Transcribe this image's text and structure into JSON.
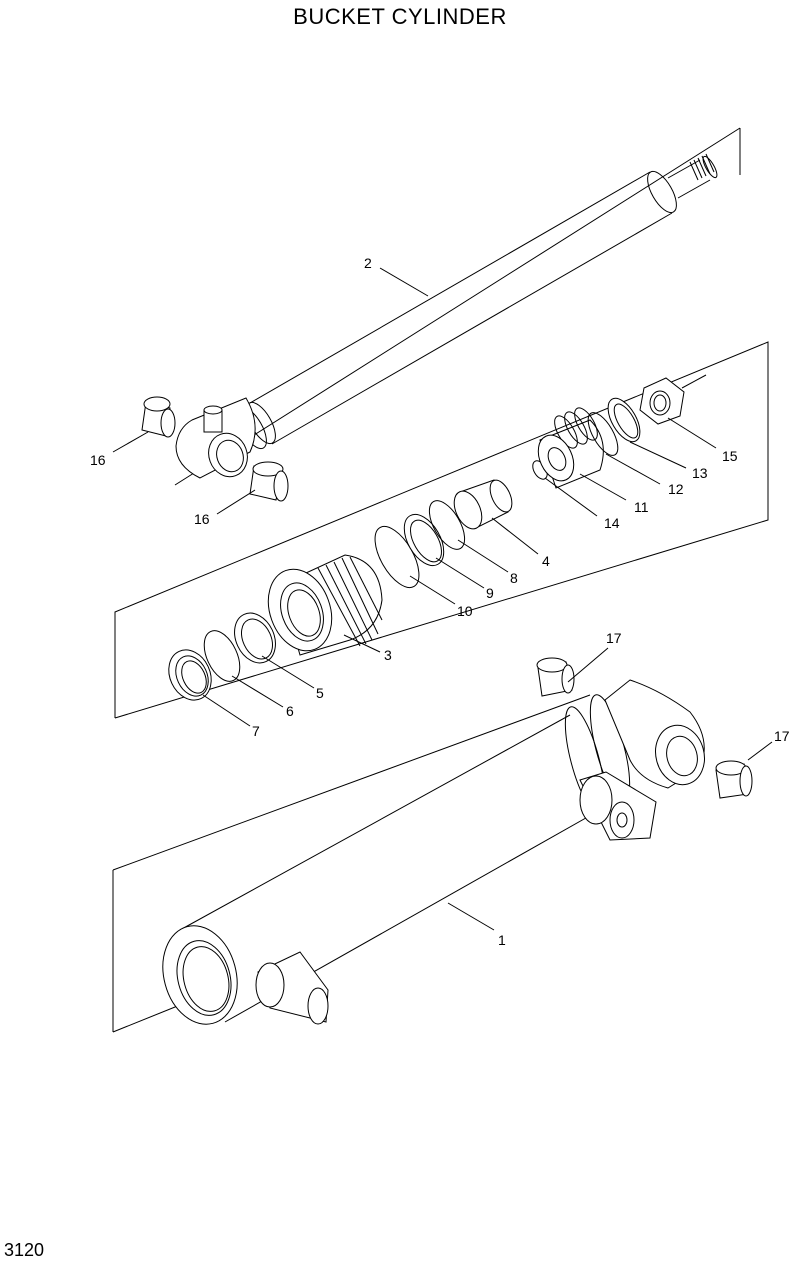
{
  "title": "BUCKET CYLINDER",
  "page_number": "3120",
  "callouts": [
    {
      "id": "c1",
      "label": "1"
    },
    {
      "id": "c2",
      "label": "2"
    },
    {
      "id": "c3",
      "label": "3"
    },
    {
      "id": "c4",
      "label": "4"
    },
    {
      "id": "c5",
      "label": "5"
    },
    {
      "id": "c6",
      "label": "6"
    },
    {
      "id": "c7",
      "label": "7"
    },
    {
      "id": "c8",
      "label": "8"
    },
    {
      "id": "c9",
      "label": "9"
    },
    {
      "id": "c10",
      "label": "10"
    },
    {
      "id": "c11",
      "label": "11"
    },
    {
      "id": "c12",
      "label": "12"
    },
    {
      "id": "c13",
      "label": "13"
    },
    {
      "id": "c14",
      "label": "14"
    },
    {
      "id": "c15",
      "label": "15"
    },
    {
      "id": "c16a",
      "label": "16"
    },
    {
      "id": "c16b",
      "label": "16"
    },
    {
      "id": "c17a",
      "label": "17"
    },
    {
      "id": "c17b",
      "label": "17"
    }
  ]
}
